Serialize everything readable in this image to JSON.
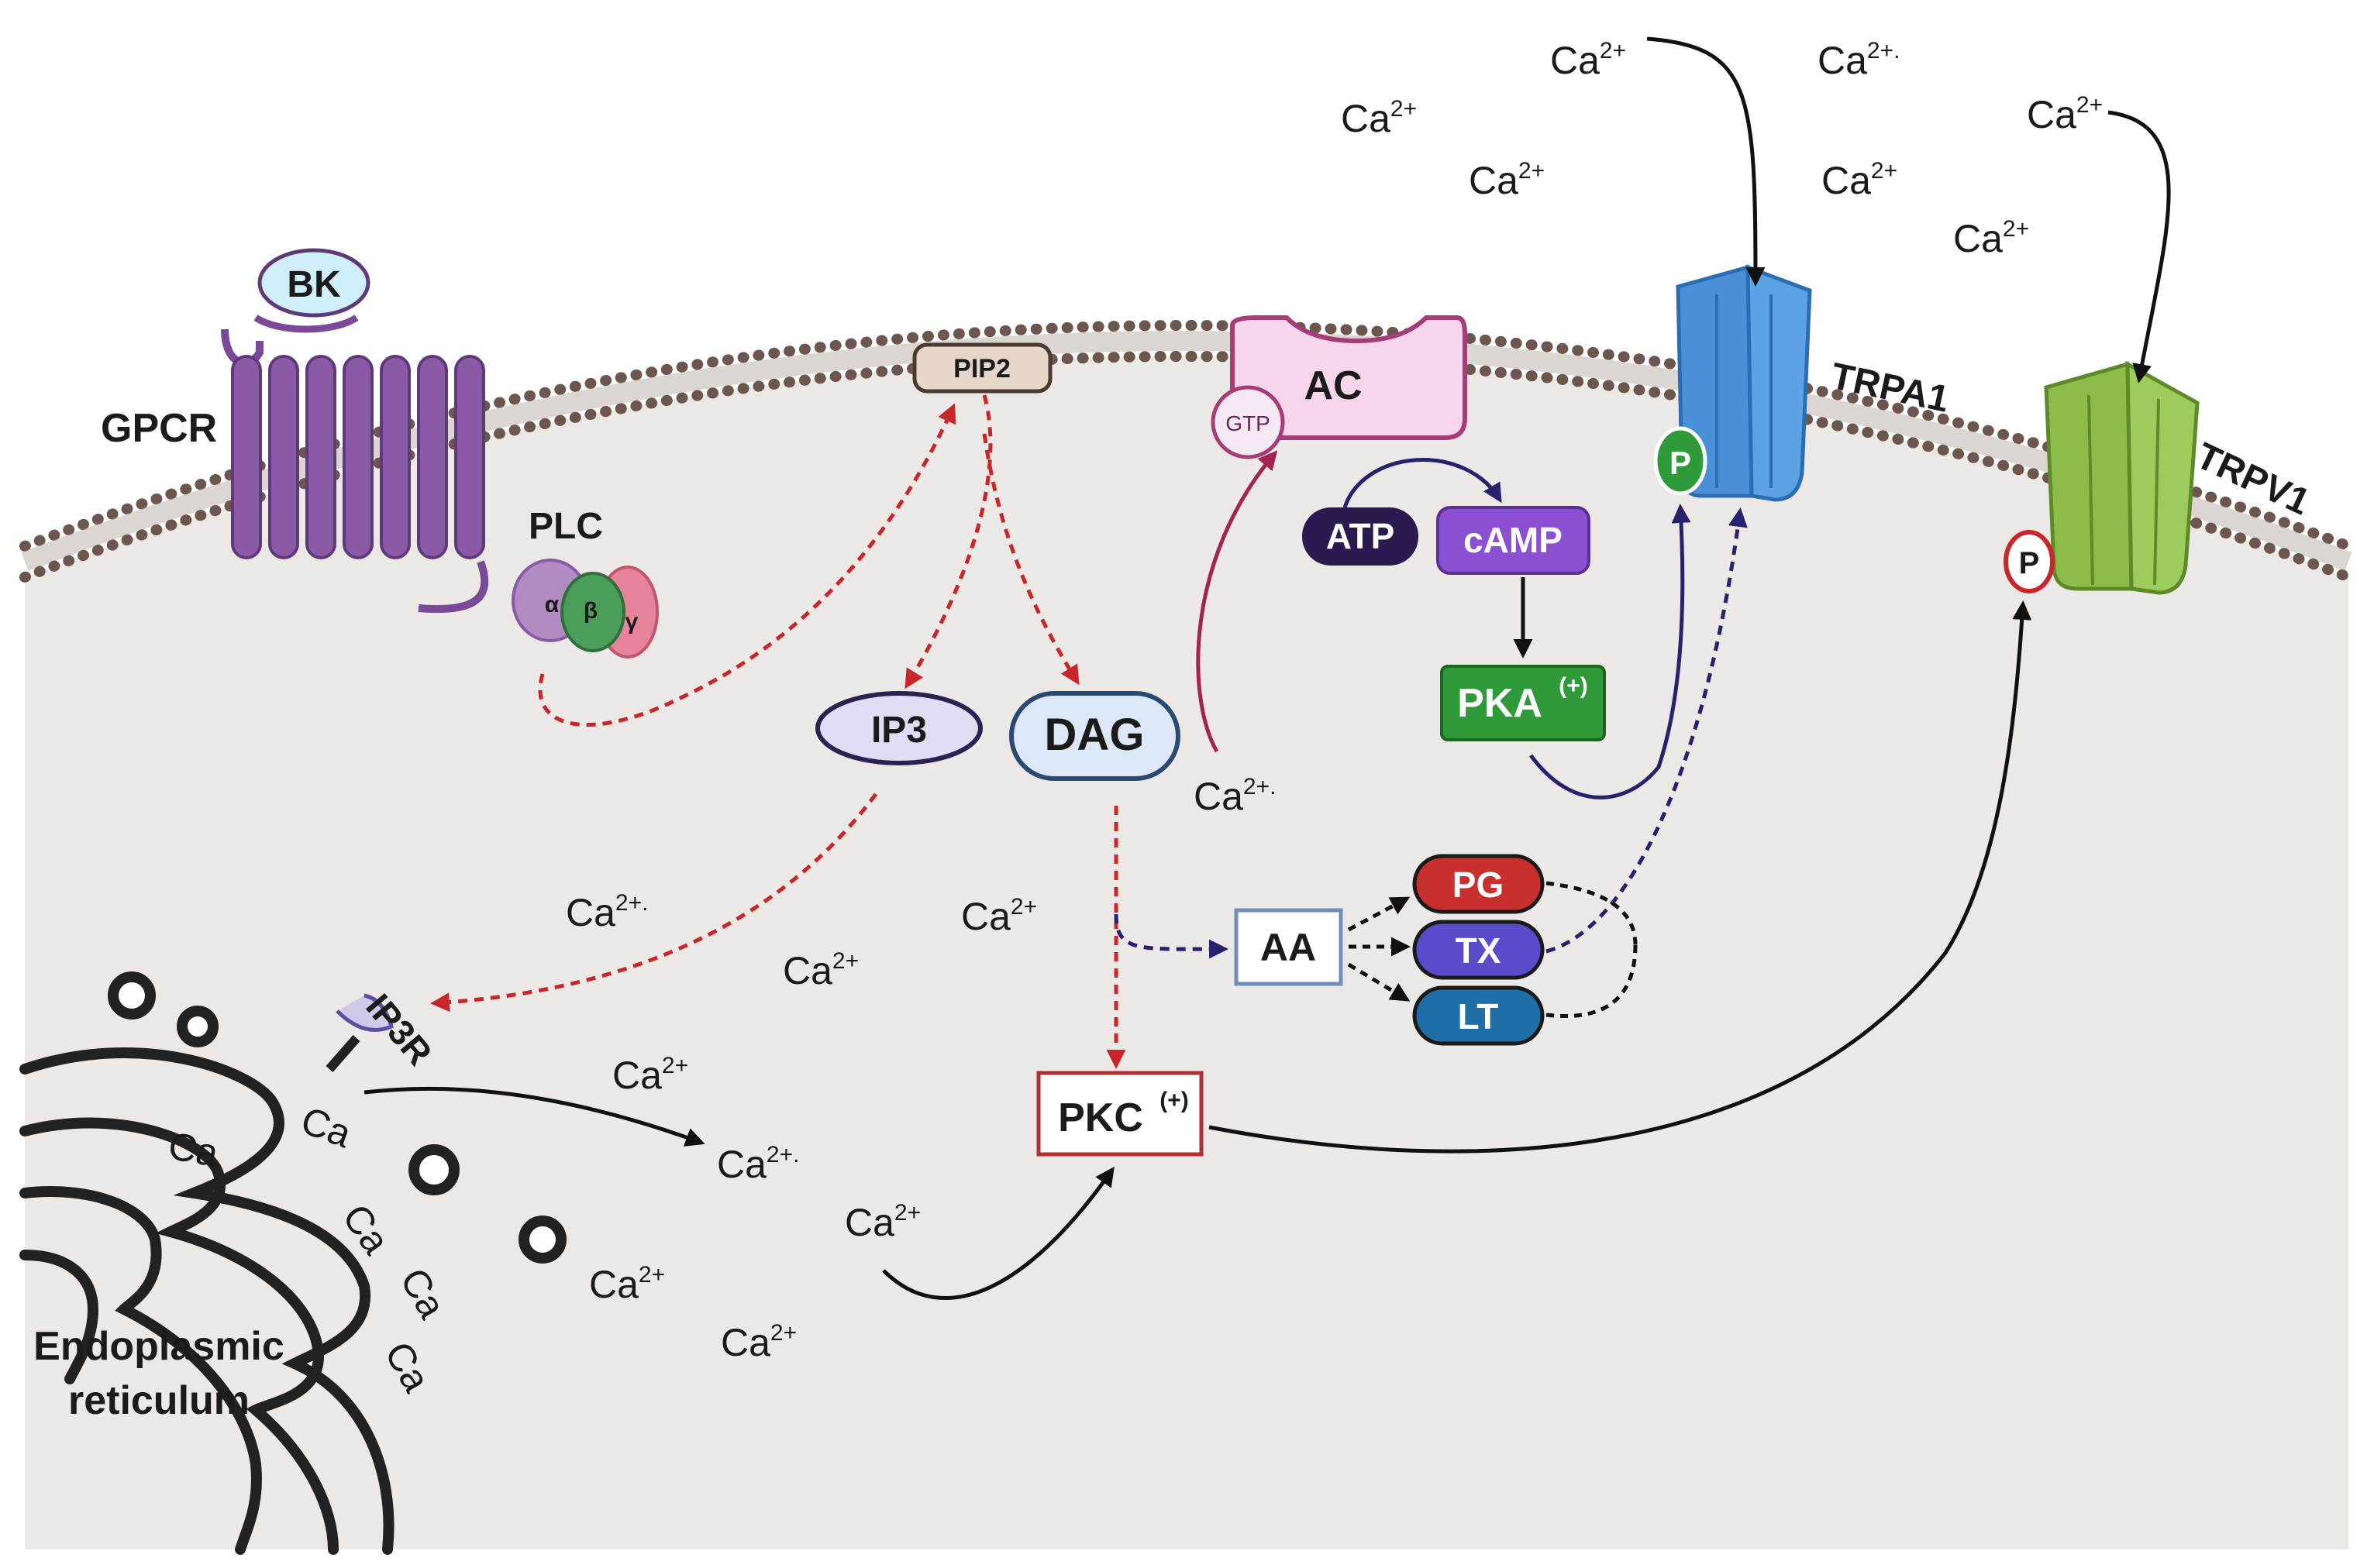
{
  "labels": {
    "bk": "BK",
    "gpcr": "GPCR",
    "plc": "PLC",
    "plc_alpha": "α",
    "plc_beta": "β",
    "plc_gamma": "γ",
    "pip2": "PIP2",
    "ac": "AC",
    "gtp": "GTP",
    "atp": "ATP",
    "camp": "cAMP",
    "pka": "PKA",
    "pka_sup": "(+)",
    "trpa1": "TRPA1",
    "trpv1": "TRPV1",
    "p_trpa1": "P",
    "p_trpv1": "P",
    "ip3": "IP3",
    "dag": "DAG",
    "ip3r": "IP3R",
    "aa": "AA",
    "pg": "PG",
    "tx": "TX",
    "lt": "LT",
    "pkc": "PKC",
    "pkc_sup": "(+)",
    "er_line1": "Endoplasmic",
    "er_line2": "reticulum"
  },
  "ions": {
    "base": "Ca",
    "charge": "2+",
    "charge_alt": "2+."
  },
  "colors": {
    "cytoplasm": "#ebe8e5",
    "membrane_dot": "#6b5650",
    "gpcr": "#8a5aa6",
    "bk_fill": "#cfeefb",
    "pip2_fill": "#e6d6c8",
    "ac_fill": "#f7d5ea",
    "ac_stroke": "#a63c78",
    "atp": "#2a1a4f",
    "camp": "#8b4fd1",
    "pka": "#2f9a3a",
    "trpa1": "#4a90d9",
    "trpv1": "#8cbd4a",
    "ip3_fill": "#e0dcf4",
    "dag_fill": "#dce7f7",
    "pg": "#c8302e",
    "tx": "#5a4cc9",
    "lt": "#1e6ea8",
    "pkc_stroke": "#b22f35",
    "red_dashed": "#c8262a",
    "navy_dashed": "#27216e",
    "crimson_arrow": "#a3254e"
  }
}
